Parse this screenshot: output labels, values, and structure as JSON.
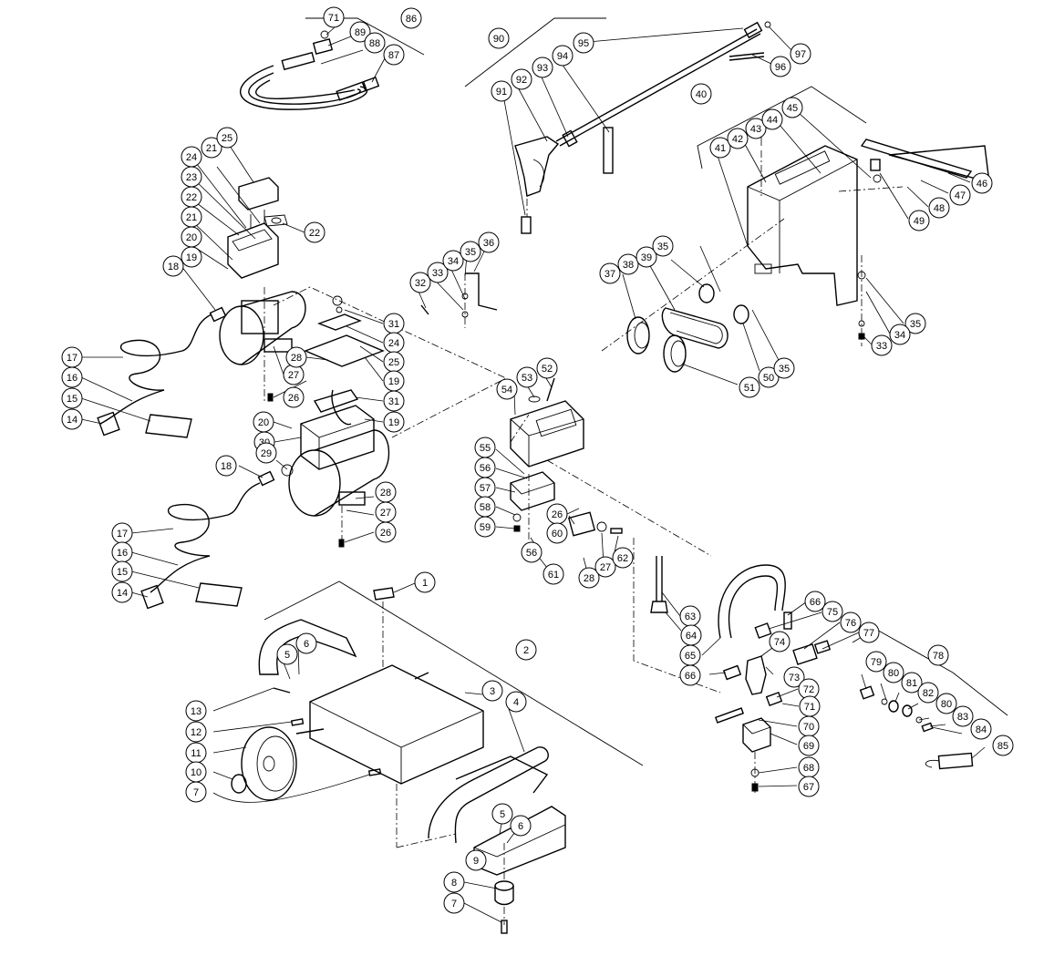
{
  "diagram": {
    "callouts": [
      "1",
      "2",
      "3",
      "4",
      "5",
      "6",
      "7",
      "8",
      "9",
      "10",
      "11",
      "12",
      "13",
      "14",
      "15",
      "16",
      "17",
      "18",
      "19",
      "20",
      "21",
      "22",
      "23",
      "24",
      "25",
      "26",
      "27",
      "28",
      "29",
      "30",
      "31",
      "32",
      "33",
      "34",
      "35",
      "36",
      "37",
      "38",
      "39",
      "40",
      "41",
      "42",
      "43",
      "44",
      "45",
      "46",
      "47",
      "48",
      "49",
      "50",
      "51",
      "52",
      "53",
      "54",
      "55",
      "56",
      "57",
      "58",
      "59",
      "60",
      "61",
      "62",
      "63",
      "64",
      "65",
      "66",
      "67",
      "68",
      "69",
      "70",
      "71",
      "72",
      "73",
      "74",
      "75",
      "76",
      "77",
      "78",
      "79",
      "80",
      "81",
      "82",
      "83",
      "84",
      "85",
      "86",
      "87",
      "88",
      "89",
      "90",
      "91",
      "92",
      "93",
      "94",
      "95",
      "96",
      "97"
    ]
  }
}
